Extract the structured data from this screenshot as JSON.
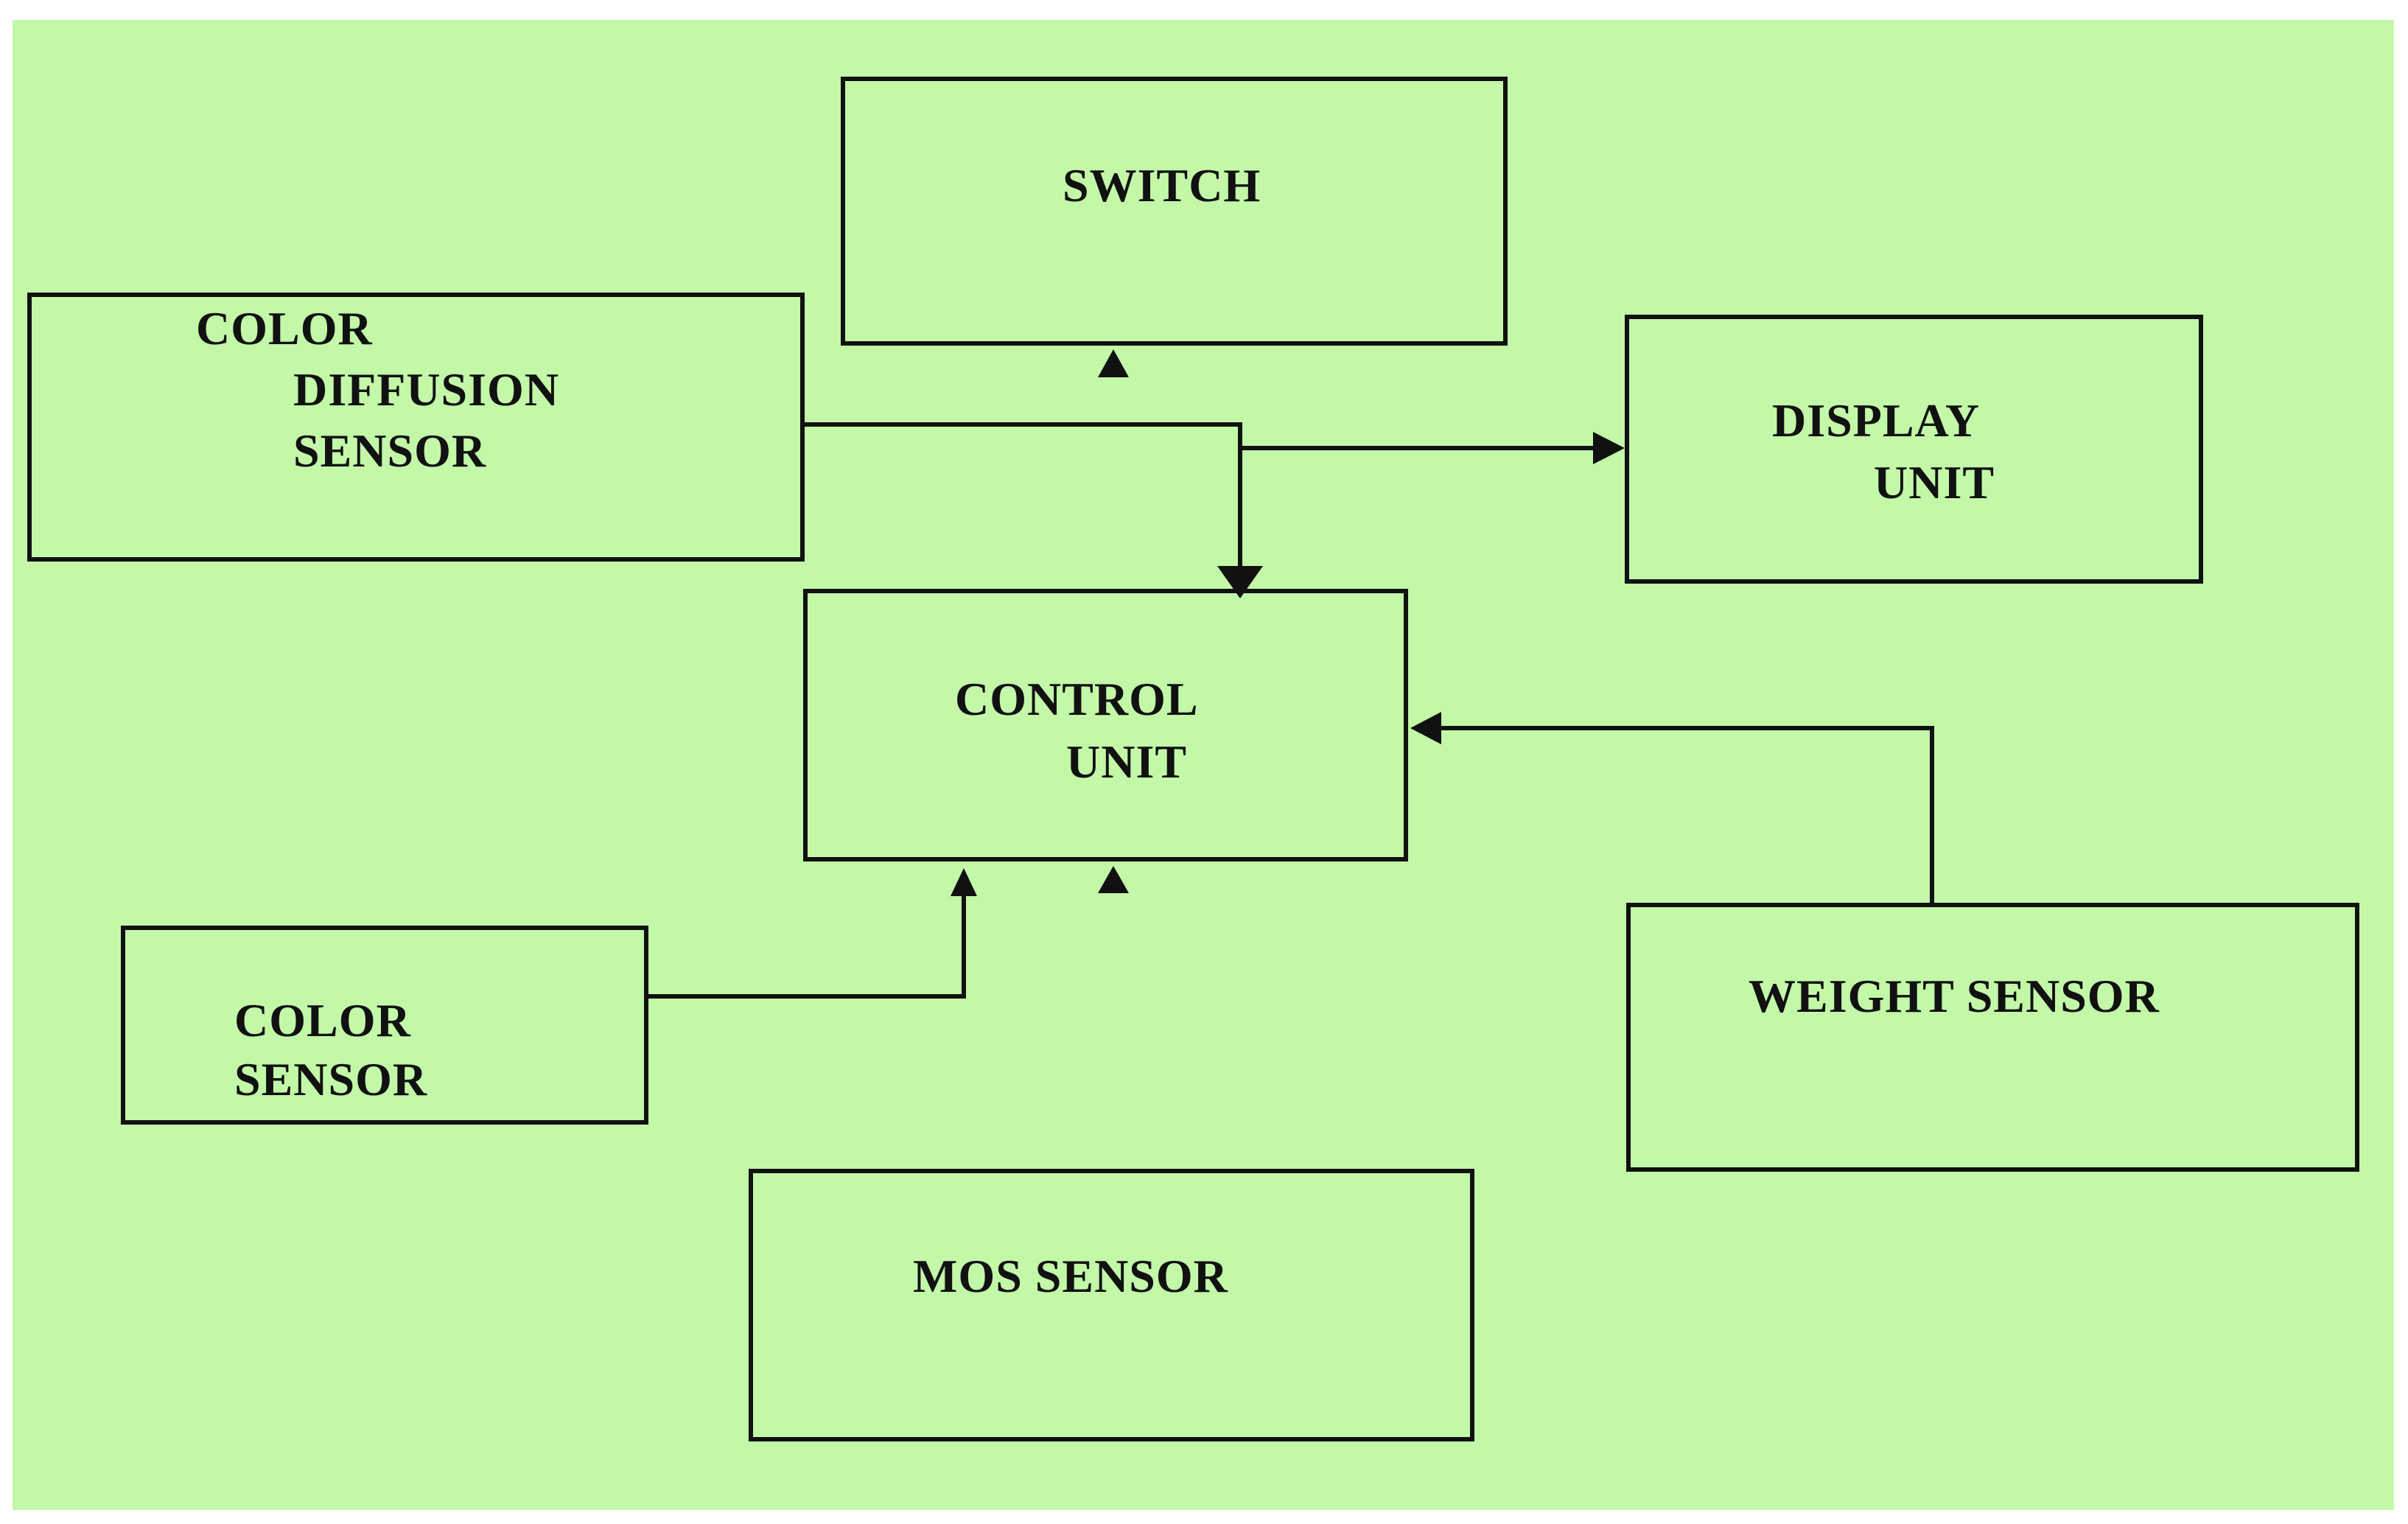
{
  "colors": {
    "background": "#c2f8a8",
    "line": "#111111"
  },
  "blocks": {
    "switch": {
      "line1": "SWITCH"
    },
    "color_diffusion_sensor": {
      "line1": "COLOR",
      "line2": "DIFFUSION",
      "line3": "SENSOR"
    },
    "display_unit": {
      "line1": "DISPLAY",
      "line2": "UNIT"
    },
    "control_unit": {
      "line1": "CONTROL",
      "line2": "UNIT"
    },
    "color_sensor": {
      "line1": "COLOR",
      "line2": "SENSOR"
    },
    "weight_sensor": {
      "line1": "WEIGHT SENSOR"
    },
    "mos_sensor": {
      "line1": "MOS SENSOR"
    }
  }
}
